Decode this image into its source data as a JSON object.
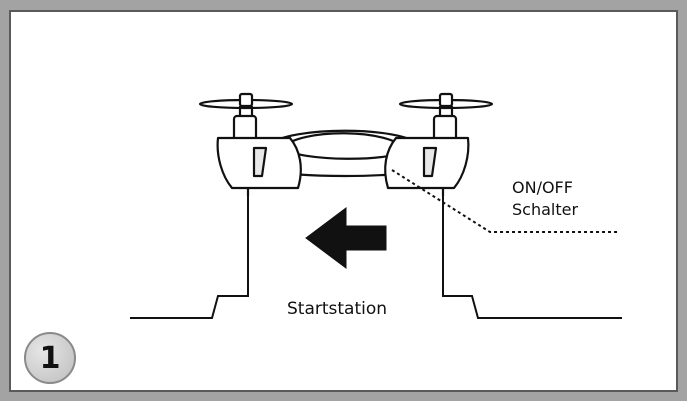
{
  "step_number": "1",
  "switch_label": {
    "line1": "ON/OFF",
    "line2": "Schalter"
  },
  "station_label": "Startstation",
  "arrow_direction": "left",
  "colors": {
    "frame_outer": "#a3a3a3",
    "frame_inner": "#5a5a5a",
    "line": "#111111",
    "badge": "#cfcfcf"
  },
  "icons": {
    "drone": "quadcopter-drone-icon",
    "arrow": "arrow-left-icon"
  }
}
